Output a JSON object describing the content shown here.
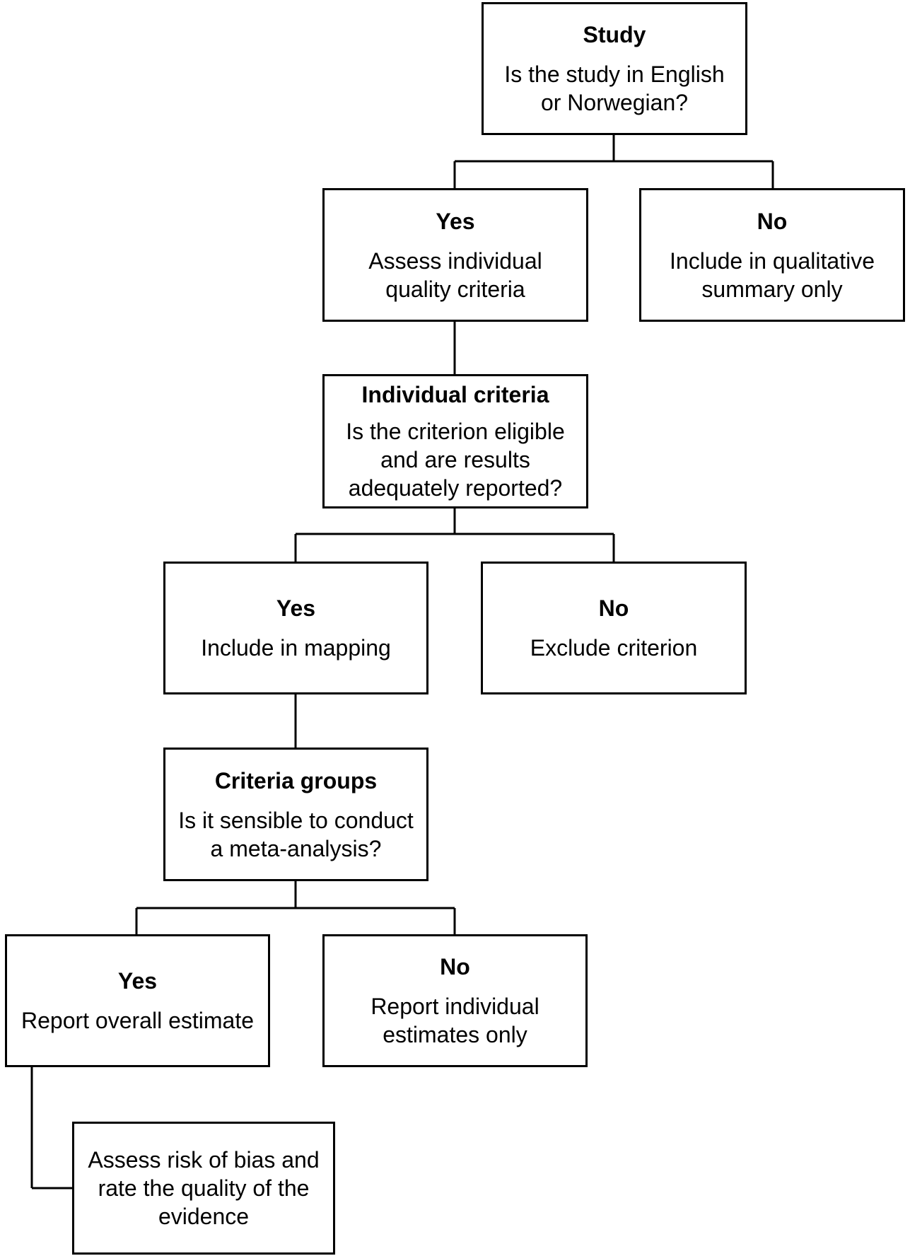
{
  "boxes": {
    "study": {
      "title": "Study",
      "body": "Is the study in English\nor Norwegian?"
    },
    "yes1": {
      "title": "Yes",
      "body": "Assess individual\nquality criteria"
    },
    "no1": {
      "title": "No",
      "body": "Include in qualitative\nsummary only"
    },
    "individual": {
      "title": "Individual criteria",
      "body": "Is the criterion eligible\nand are results\nadequately reported?"
    },
    "yes2": {
      "title": "Yes",
      "body": "Include in mapping"
    },
    "no2": {
      "title": "No",
      "body": "Exclude criterion"
    },
    "groups": {
      "title": "Criteria groups",
      "body": "Is it sensible to conduct\na meta-analysis?"
    },
    "yes3": {
      "title": "Yes",
      "body": "Report overall estimate"
    },
    "no3": {
      "title": "No",
      "body": "Report individual\nestimates only"
    },
    "assess": {
      "title": "",
      "body": "Assess risk of bias and\nrate the quality of the\nevidence"
    }
  }
}
